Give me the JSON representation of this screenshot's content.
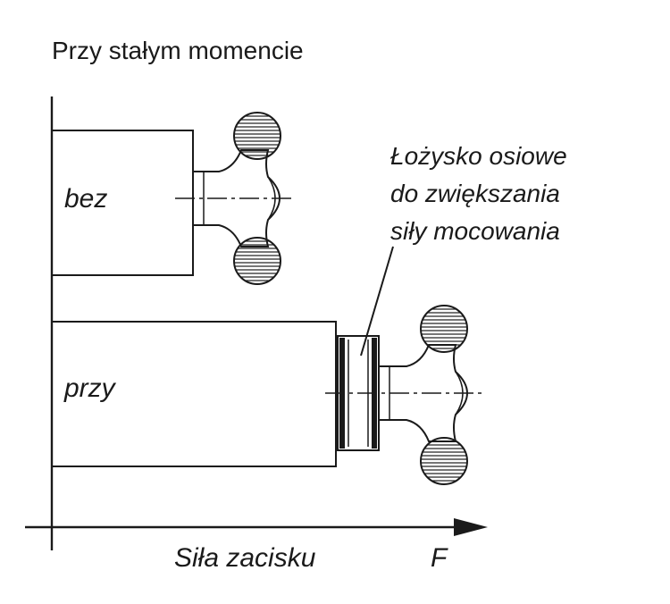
{
  "title": "Przy stałym momencie",
  "bar_without_label": "bez",
  "bar_with_label": "przy",
  "bearing_annotation": [
    "Łożysko osiowe",
    "do zwiększania",
    "siły mocowania"
  ],
  "axis_label": "Siła zacisku",
  "axis_symbol": "F"
}
